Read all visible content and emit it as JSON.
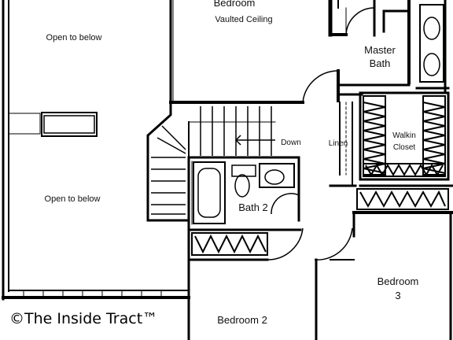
{
  "rooms": {
    "open_to_below_top": "Open to below",
    "open_to_below_bottom": "Open to below",
    "bedroom_top": "Bedroom",
    "vaulted_ceiling": "Vaulted Ceiling",
    "master_bath_line1": "Master",
    "master_bath_line2": "Bath",
    "down": "Down",
    "linen": "Linen",
    "walkin_closet_line1": "Walkin",
    "walkin_closet_line2": "Closet",
    "bath_2": "Bath 2",
    "bedroom_3_line1": "Bedroom",
    "bedroom_3_line2": "3",
    "bedroom_2": "Bedroom 2"
  },
  "watermark": {
    "text": "©The Inside Tract™"
  }
}
